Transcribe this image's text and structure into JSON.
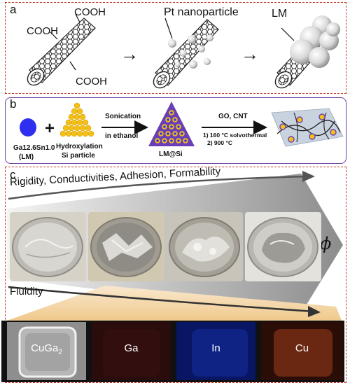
{
  "panel_a": {
    "letter": "a",
    "labels": {
      "cooh_top": "COOH",
      "cooh_left": "COOH",
      "cooh_bottom": "COOH",
      "pt": "Pt nanoparticle",
      "lm": "LM"
    },
    "arrow1": "→",
    "arrow2": "→"
  },
  "panel_b": {
    "letter": "b",
    "lm_label_1": "Ga12.6Sn1.0",
    "lm_label_2": "(LM)",
    "plus": "+",
    "si_label_1": "Hydroxylation",
    "si_label_2": "Si particle",
    "arrow1_top": "Sonication",
    "arrow1_bottom": "in ethanol",
    "lmsi_label": "LM@Si",
    "arrow2_top": "GO, CNT",
    "arrow2_step1": "1) 160 °C  solvothermal",
    "arrow2_step2": "2) 900 °C"
  },
  "panel_c": {
    "letter": "c",
    "top_arrow_label": "Rigidity, Conductivities, Adhesion, Formability",
    "phi": "ϕ",
    "bottom_arrow_label": "Fluidity",
    "maps": [
      {
        "label_main": "CuGa",
        "label_sub": "2",
        "bg": "#9a9a9a"
      },
      {
        "label_main": "Ga",
        "label_sub": "",
        "bg": "#2a0c0c"
      },
      {
        "label_main": "In",
        "label_sub": "",
        "bg": "#0a1a66"
      },
      {
        "label_main": "Cu",
        "label_sub": "",
        "bg": "#2b0d08"
      }
    ]
  },
  "colors": {
    "dashed_border": "#c0392b",
    "panel_b_border": "#6c3fa0",
    "lm_blue": "#2f2ff0",
    "si_yellow": "#f5c016",
    "triangle_purple": "#6a3fb5",
    "arrow_gray": "#8a8a8a"
  }
}
